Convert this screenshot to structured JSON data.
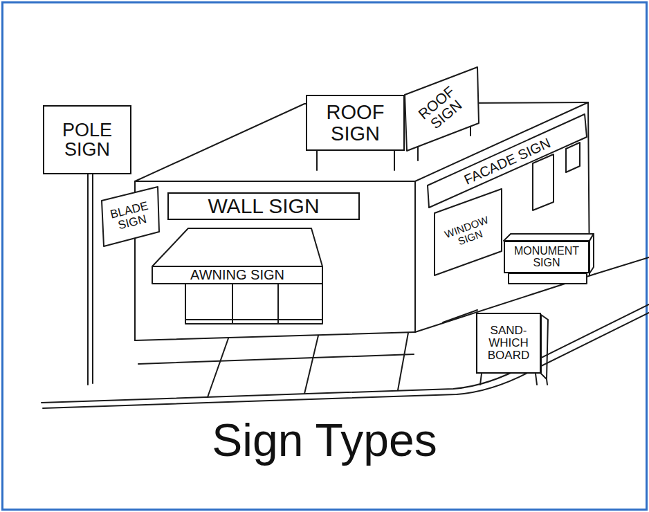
{
  "diagram": {
    "title": "Sign Types",
    "nodes": [
      {
        "text": [
          "POLE SIGN"
        ]
      },
      {
        "text": [
          "ROOF SIGN"
        ]
      },
      {
        "text": [
          "ROOF SIGN"
        ]
      },
      {
        "text": [
          "FACADE SIGN"
        ]
      },
      {
        "text": [
          "BLADE SIGN"
        ]
      },
      {
        "text": [
          "WALL SIGN"
        ]
      },
      {
        "text": [
          "WINDOW SIGN"
        ]
      },
      {
        "text": [
          "AWNING SIGN"
        ]
      },
      {
        "text": [
          "MONUMENT SIGN"
        ]
      },
      {
        "text": [
          "SAND- WHICH BOARD"
        ]
      }
    ]
  }
}
